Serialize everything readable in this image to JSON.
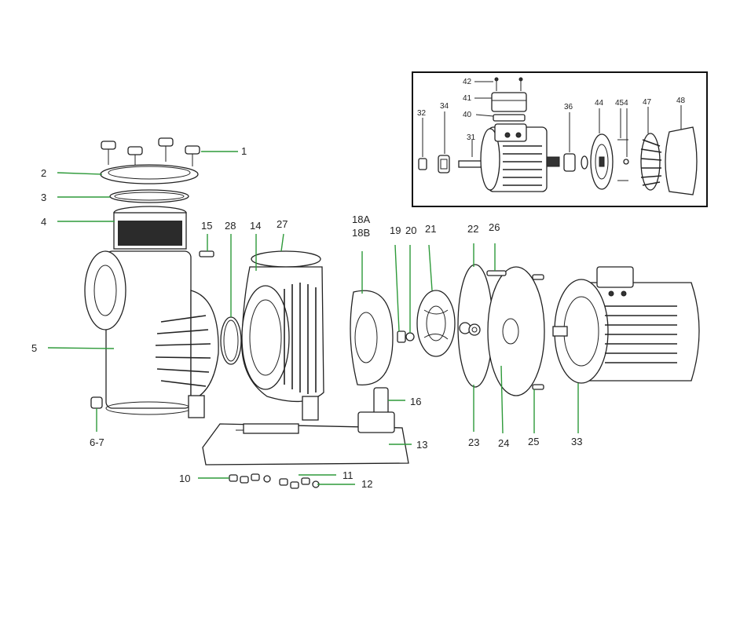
{
  "callouts": {
    "c1": "1",
    "c2": "2",
    "c3": "3",
    "c4": "4",
    "c5": "5",
    "c6_7": "6-7",
    "c10": "10",
    "c11": "11",
    "c12": "12",
    "c13": "13",
    "c14": "14",
    "c15": "15",
    "c16": "16",
    "c18a": "18A",
    "c18b": "18B",
    "c19": "19",
    "c20": "20",
    "c21": "21",
    "c22": "22",
    "c23": "23",
    "c24": "24",
    "c25": "25",
    "c26": "26",
    "c27": "27",
    "c28": "28",
    "c33": "33"
  },
  "inset": {
    "c31": "31",
    "c32": "32",
    "c34": "34",
    "c36": "36",
    "c40": "40",
    "c41": "41",
    "c42": "42",
    "c44": "44",
    "c45_4": "454",
    "c47": "47",
    "c48": "48"
  },
  "colors": {
    "leader": "#2e9a3a",
    "line": "#222222",
    "inset_border": "#111111"
  }
}
